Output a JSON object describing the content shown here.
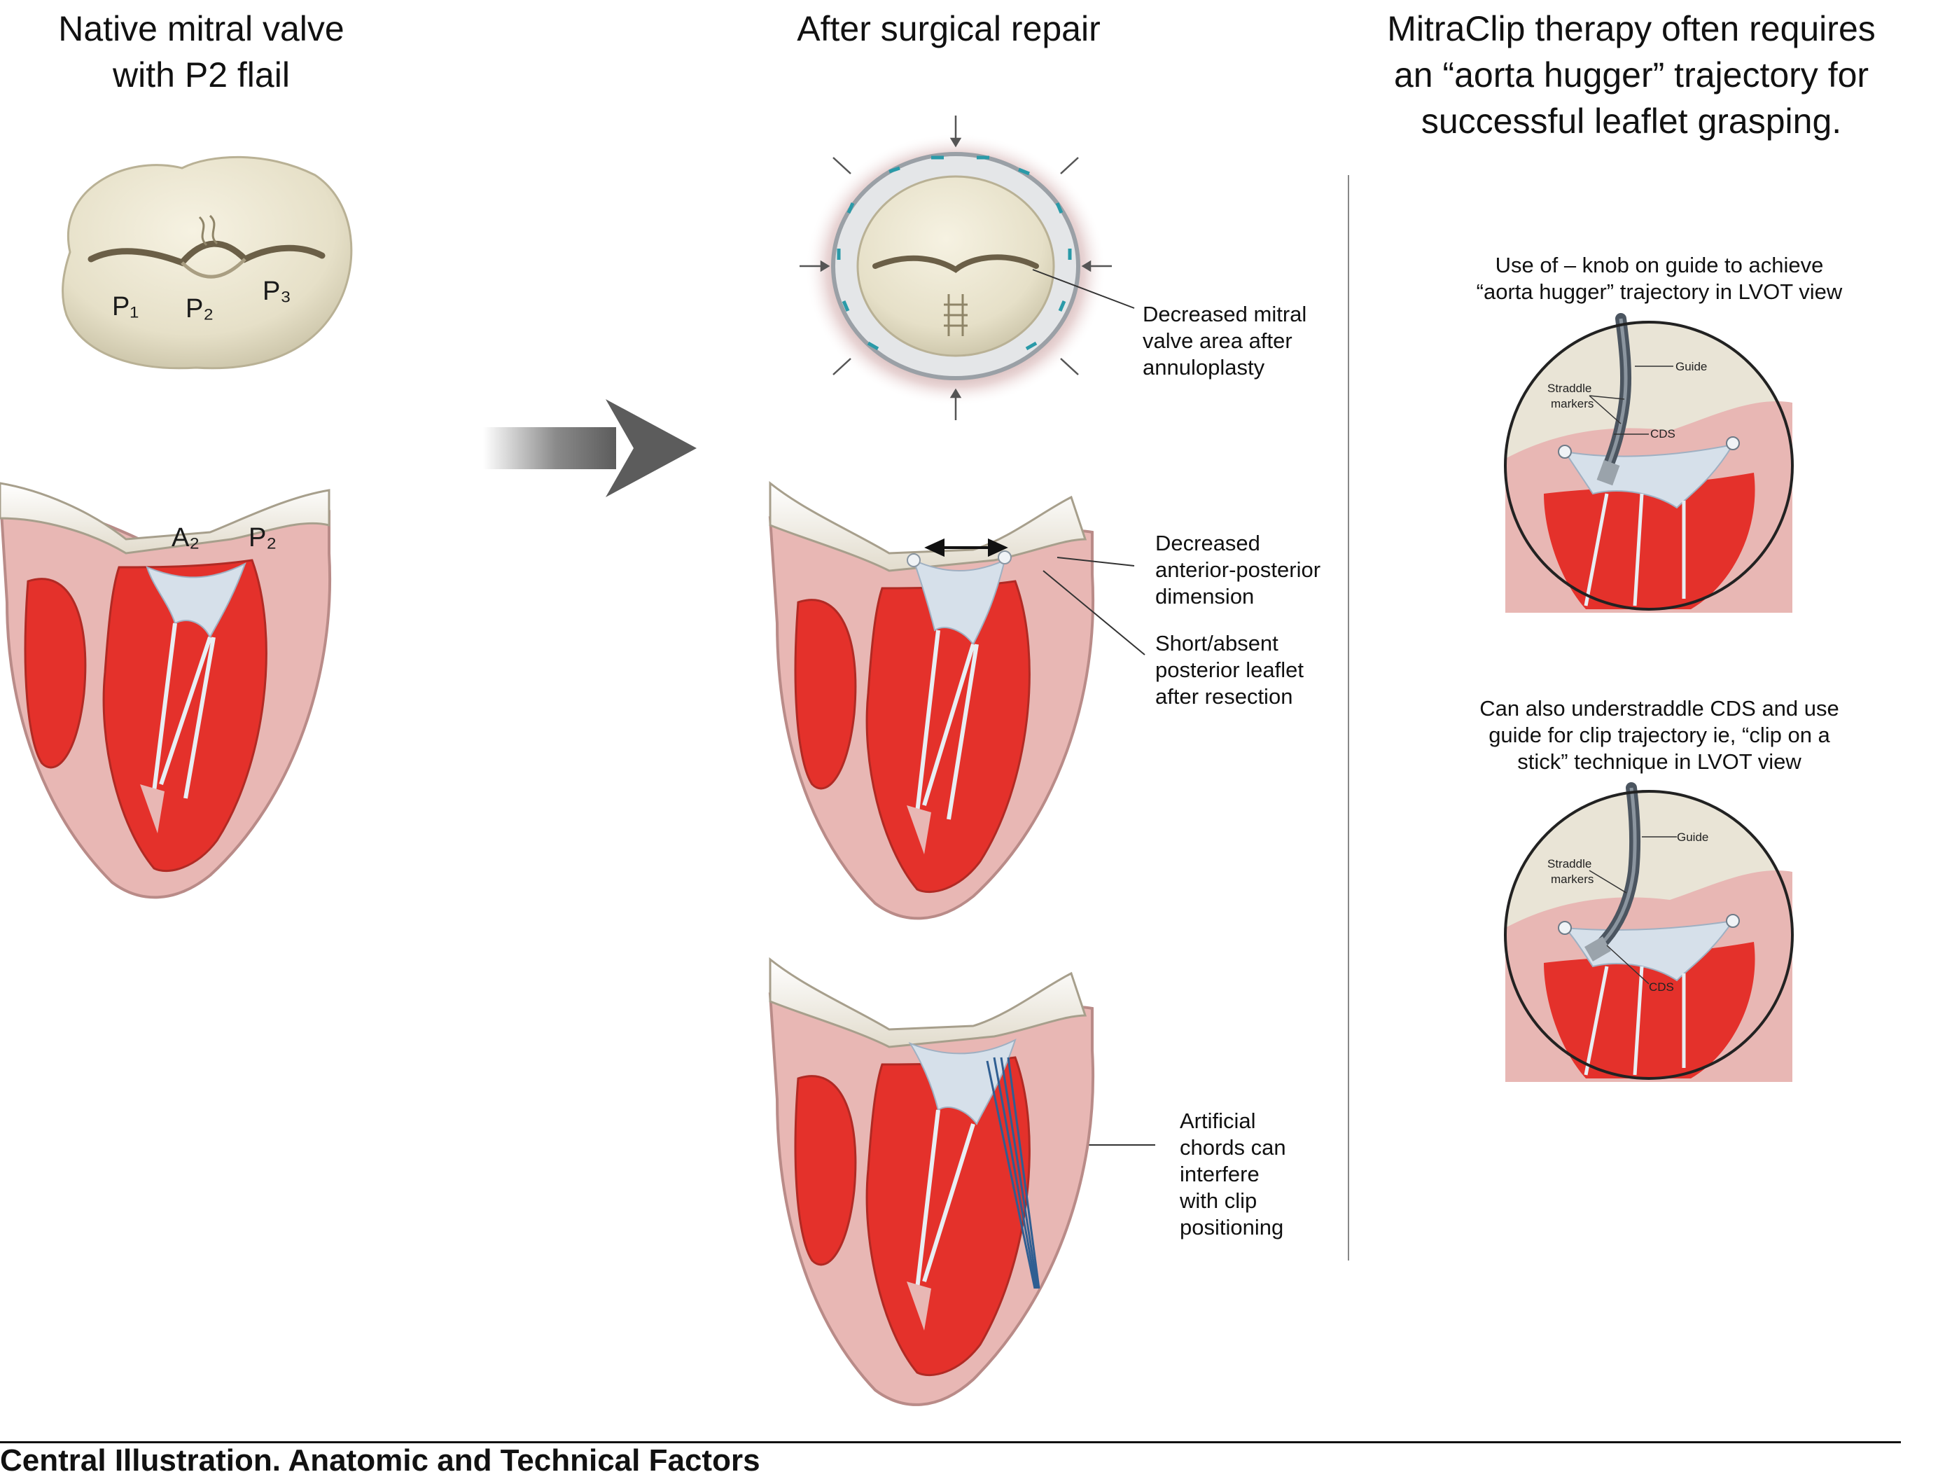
{
  "headers": {
    "native": "Native mitral valve\nwith P2 flail",
    "repair": "After surgical repair",
    "mitraclip": "MitraClip therapy often requires\nan “aorta hugger” trajectory for\nsuccessful leaflet grasping."
  },
  "native_valve_labels": {
    "p1": "P₁",
    "p2": "P₂",
    "p3": "P₃"
  },
  "native_heart_labels": {
    "a2": "A₂",
    "p2": "P₂"
  },
  "annotations": {
    "annuloplasty": "Decreased mitral\nvalve area after\nannuloplasty",
    "ap_dimension": "Decreased\nanterior-posterior\ndimension",
    "short_leaflet": "Short/absent\nposterior leaflet\nafter resection",
    "artificial_chords": "Artificial\nchords can\ninterfere\nwith clip\npositioning"
  },
  "mitraclip_panels": [
    {
      "caption": "Use of – knob on guide to achieve\n“aorta hugger” trajectory in LVOT view",
      "labels": {
        "guide": "Guide",
        "straddle_1": "Straddle",
        "straddle_2": "markers",
        "cds": "CDS"
      }
    },
    {
      "caption": "Can also understraddle CDS and use\nguide for clip trajectory ie, “clip on a\nstick” technique  in LVOT view",
      "labels": {
        "guide": "Guide",
        "straddle_1": "Straddle",
        "straddle_2": "markers",
        "cds": "CDS"
      }
    }
  ],
  "footer": {
    "title": "Central Illustration. Anatomic and Technical Factors"
  },
  "colors": {
    "myocardium": "#e8b7b4",
    "cavity": "#e4312b",
    "valve_tissue": "#eae6d3",
    "leaflet": "#d6e0ea",
    "arrow": "#5c5c5c"
  }
}
